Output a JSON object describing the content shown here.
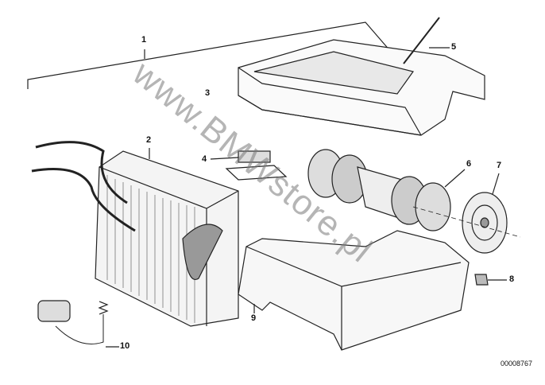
{
  "diagram": {
    "labels": {
      "p1": "1",
      "p2": "2",
      "p3": "3",
      "p4": "4",
      "p5": "5",
      "p6": "6",
      "p7": "7",
      "p8": "8",
      "p9": "9",
      "p10": "10"
    },
    "diagram_code": "00008767",
    "watermark": "www.BMWstore.pl"
  }
}
